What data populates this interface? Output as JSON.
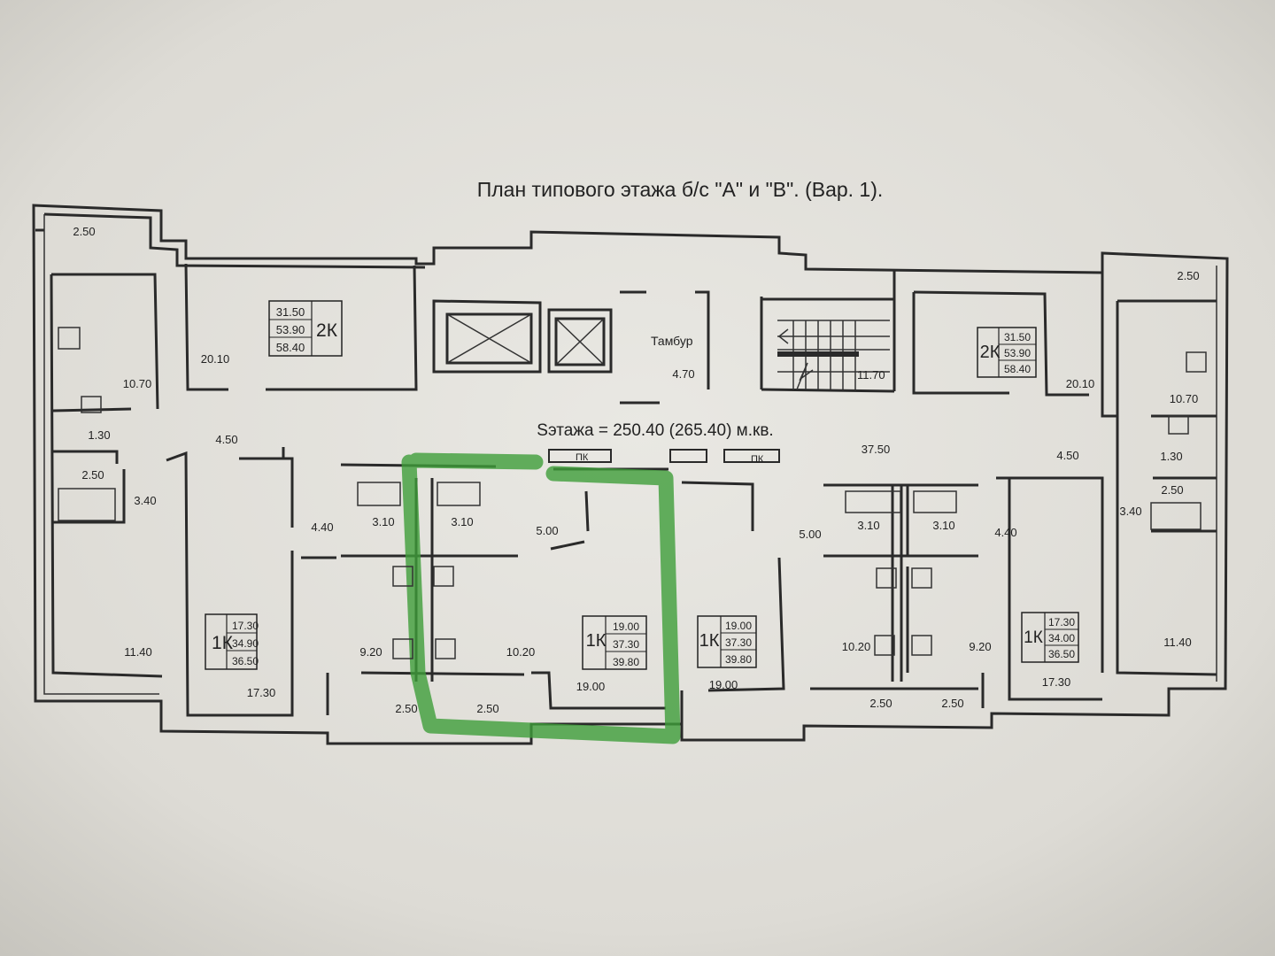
{
  "title": "План типового этажа б/с \"А\" и \"В\". (Вар. 1).",
  "floor_area": "Sэтажа = 250.40 (265.40) м.кв.",
  "vestibule": "Тамбур",
  "stair_area": "11.70",
  "apartments": [
    {
      "id": "2k-left",
      "type": "2К",
      "values": [
        "31.50",
        "53.90",
        "58.40"
      ]
    },
    {
      "id": "2k-right",
      "type": "2К",
      "values": [
        "31.50",
        "53.90",
        "58.40"
      ]
    },
    {
      "id": "1k-a",
      "type": "1К",
      "values": [
        "17.30",
        "34.90",
        "36.50"
      ]
    },
    {
      "id": "1k-b",
      "type": "1К",
      "values": [
        "19.00",
        "37.30",
        "39.80"
      ]
    },
    {
      "id": "1k-c",
      "type": "1К",
      "values": [
        "19.00",
        "37.30",
        "39.80"
      ]
    },
    {
      "id": "1k-d",
      "type": "1К",
      "values": [
        "17.30",
        "34.00",
        "36.50"
      ]
    }
  ],
  "rooms": [
    {
      "id": "balcony-tl",
      "label": "2.50"
    },
    {
      "id": "kitchen-l",
      "label": "10.70"
    },
    {
      "id": "room-20-l",
      "label": "20.10"
    },
    {
      "id": "wc-l",
      "label": "1.30"
    },
    {
      "id": "bath-l",
      "label": "2.50"
    },
    {
      "id": "hall-45-l",
      "label": "4.50"
    },
    {
      "id": "hall-34-l",
      "label": "3.40"
    },
    {
      "id": "room-114-l",
      "label": "11.40"
    },
    {
      "id": "hall-44-l",
      "label": "4.40"
    },
    {
      "id": "bath-31-a",
      "label": "3.10"
    },
    {
      "id": "bath-31-b",
      "label": "3.10"
    },
    {
      "id": "hall-50-l",
      "label": "5.00"
    },
    {
      "id": "kitchen-92-l",
      "label": "9.20"
    },
    {
      "id": "kitchen-102-l",
      "label": "10.20"
    },
    {
      "id": "room-173-l",
      "label": "17.30"
    },
    {
      "id": "room-190-a",
      "label": "19.00"
    },
    {
      "id": "room-190-b",
      "label": "19.00"
    },
    {
      "id": "balcony-b1",
      "label": "2.50"
    },
    {
      "id": "balcony-b2",
      "label": "2.50"
    },
    {
      "id": "vestibule-area",
      "label": "4.70"
    },
    {
      "id": "corridor",
      "label": "37.50"
    },
    {
      "id": "hall-50-r",
      "label": "5.00"
    },
    {
      "id": "bath-31-c",
      "label": "3.10"
    },
    {
      "id": "bath-31-d",
      "label": "3.10"
    },
    {
      "id": "hall-44-r",
      "label": "4.40"
    },
    {
      "id": "hall-45-r",
      "label": "4.50"
    },
    {
      "id": "hall-34-r",
      "label": "3.40"
    },
    {
      "id": "kitchen-102-r",
      "label": "10.20"
    },
    {
      "id": "kitchen-92-r",
      "label": "9.20"
    },
    {
      "id": "room-173-r",
      "label": "17.30"
    },
    {
      "id": "room-114-r",
      "label": "11.40"
    },
    {
      "id": "balcony-b3",
      "label": "2.50"
    },
    {
      "id": "balcony-b4",
      "label": "2.50"
    },
    {
      "id": "room-20-r",
      "label": "20.10"
    },
    {
      "id": "kitchen-r",
      "label": "10.70"
    },
    {
      "id": "wc-r",
      "label": "1.30"
    },
    {
      "id": "bath-r",
      "label": "2.50"
    },
    {
      "id": "balcony-tr",
      "label": "2.50"
    }
  ],
  "fire_cabinets": [
    "ПК",
    "ПК"
  ],
  "highlight": {
    "color": "#3f9d3a"
  }
}
